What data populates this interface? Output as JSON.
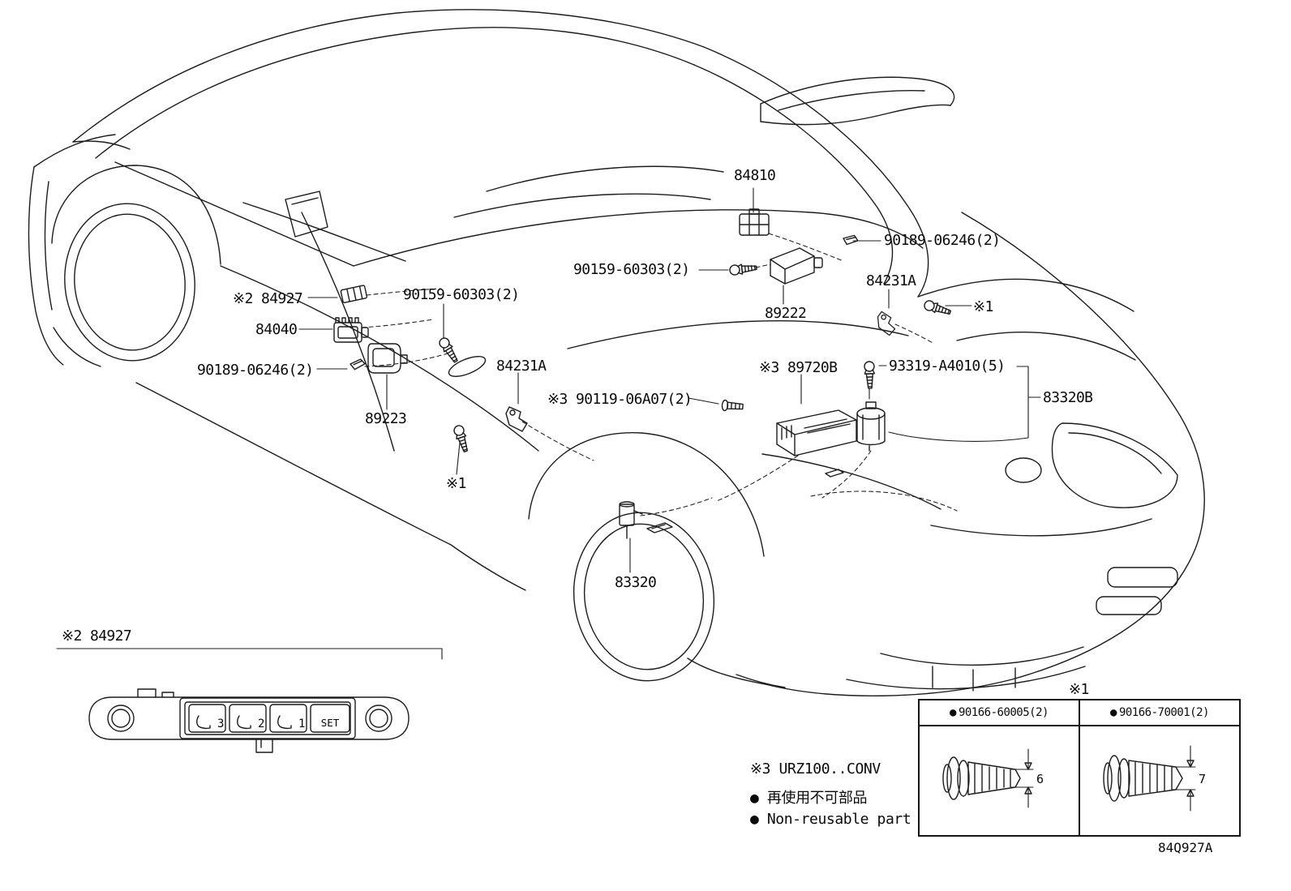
{
  "labels": {
    "p84810": "84810",
    "p90189_top": "90189-06246(2)",
    "p90159_top": "90159-60303(2)",
    "p84231a_right": "84231A",
    "p89222": "89222",
    "ref1_right": "※1",
    "p84927_top": "※2 84927",
    "p90159_left": "90159-60303(2)",
    "p84040": "84040",
    "p90189_left": "90189-06246(2)",
    "p84231a_mid": "84231A",
    "p89223": "89223",
    "p89720b": "※3 89720B",
    "p93319": "93319-A4010(5)",
    "p83320b": "83320B",
    "p90119": "※3 90119-06A07(2)",
    "ref1_left": "※1",
    "p83320": "83320"
  },
  "switch_detail": {
    "title": "※2 84927",
    "buttons": [
      {
        "label": "3"
      },
      {
        "label": "2"
      },
      {
        "label": "1"
      },
      {
        "label": "SET"
      }
    ]
  },
  "fastener_table": {
    "ref": "※1",
    "columns": [
      {
        "marker": "●",
        "part": "90166-60005(2)",
        "dimension": "6"
      },
      {
        "marker": "●",
        "part": "90166-70001(2)",
        "dimension": "7"
      }
    ]
  },
  "notes": {
    "variant": "※3 URZ100..CONV",
    "marker": "●",
    "nonreusable_jp": "再使用不可部品",
    "nonreusable_en": "Non-reusable part"
  },
  "footer": {
    "drawing_code": "84Q927A"
  }
}
